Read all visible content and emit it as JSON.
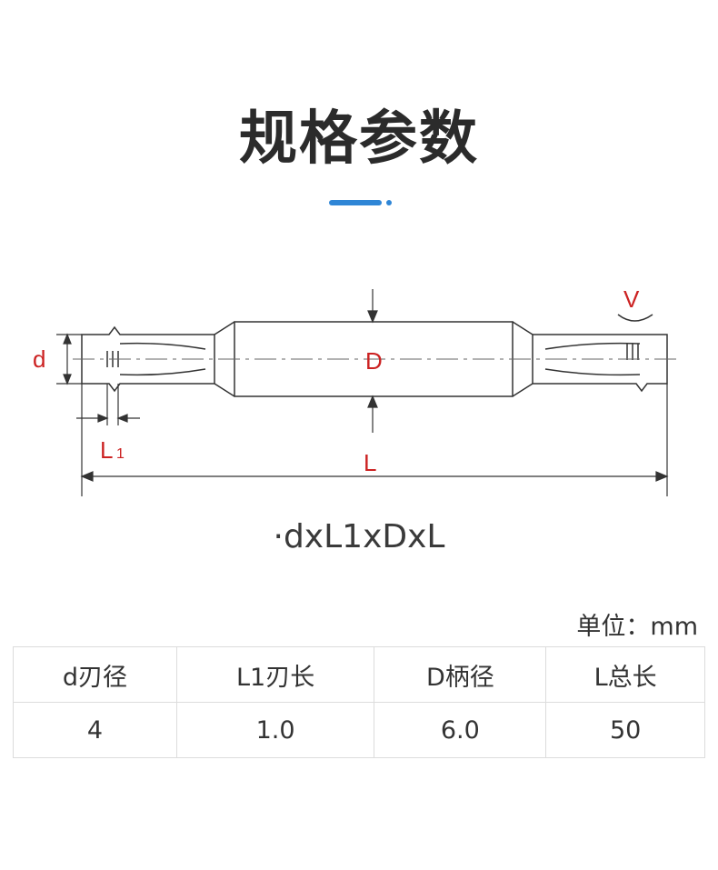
{
  "title": "规格参数",
  "diagram": {
    "labels": {
      "d": "d",
      "L1": "L",
      "L1_sub": "1",
      "D": "D",
      "L": "L",
      "V": "V"
    },
    "colors": {
      "label": "#cc2222",
      "line": "#333333",
      "accent": "#2f86d6"
    }
  },
  "formula": "·dxL1xDxL",
  "unit": "单位：mm",
  "table": {
    "headers": [
      "d刃径",
      "L1刃长",
      "D柄径",
      "L总长"
    ],
    "rows": [
      [
        "4",
        "1.0",
        "6.0",
        "50"
      ]
    ]
  }
}
